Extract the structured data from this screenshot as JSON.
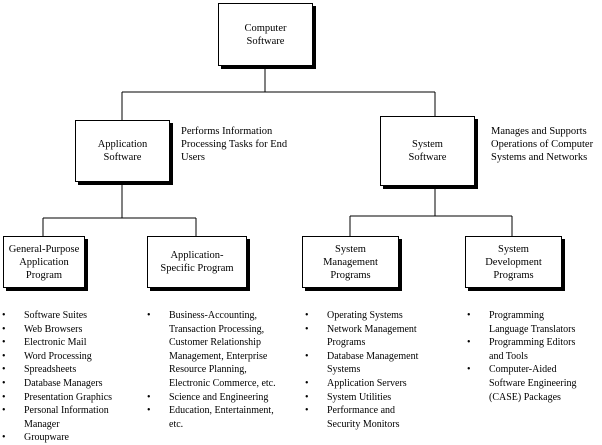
{
  "root": {
    "label": "Computer\nSoftware"
  },
  "application": {
    "label": "Application\nSoftware",
    "note": "Performs Information\nProcessing Tasks for End\nUsers"
  },
  "system": {
    "label": "System\nSoftware",
    "note": "Manages and Supports\nOperations of Computer\nSystems and Networks"
  },
  "general_purpose": {
    "label": "General-Purpose\nApplication\nProgram",
    "items": [
      "Software Suites",
      "Web Browsers",
      "Electronic Mail",
      "Word Processing",
      "Spreadsheets",
      "Database Managers",
      "Presentation Graphics",
      "Personal Information\nManager",
      "Groupware"
    ]
  },
  "application_specific": {
    "label": "Application-\nSpecific Program",
    "items": [
      "Business-Accounting,\nTransaction Processing,\nCustomer Relationship\nManagement, Enterprise\nResource Planning,\nElectronic Commerce, etc.",
      "Science and Engineering",
      "Education, Entertainment,\netc."
    ]
  },
  "system_management": {
    "label": "System\nManagement\nPrograms",
    "items": [
      "Operating Systems",
      "Network Management\nPrograms",
      "Database Management\nSystems",
      "Application Servers",
      "System Utilities",
      "Performance and\nSecurity Monitors"
    ]
  },
  "system_development": {
    "label": "System\nDevelopment\nPrograms",
    "items": [
      "Programming\nLanguage Translators",
      "Programming Editors\nand Tools",
      "Computer-Aided\nSoftware Engineering\n(CASE) Packages"
    ]
  }
}
